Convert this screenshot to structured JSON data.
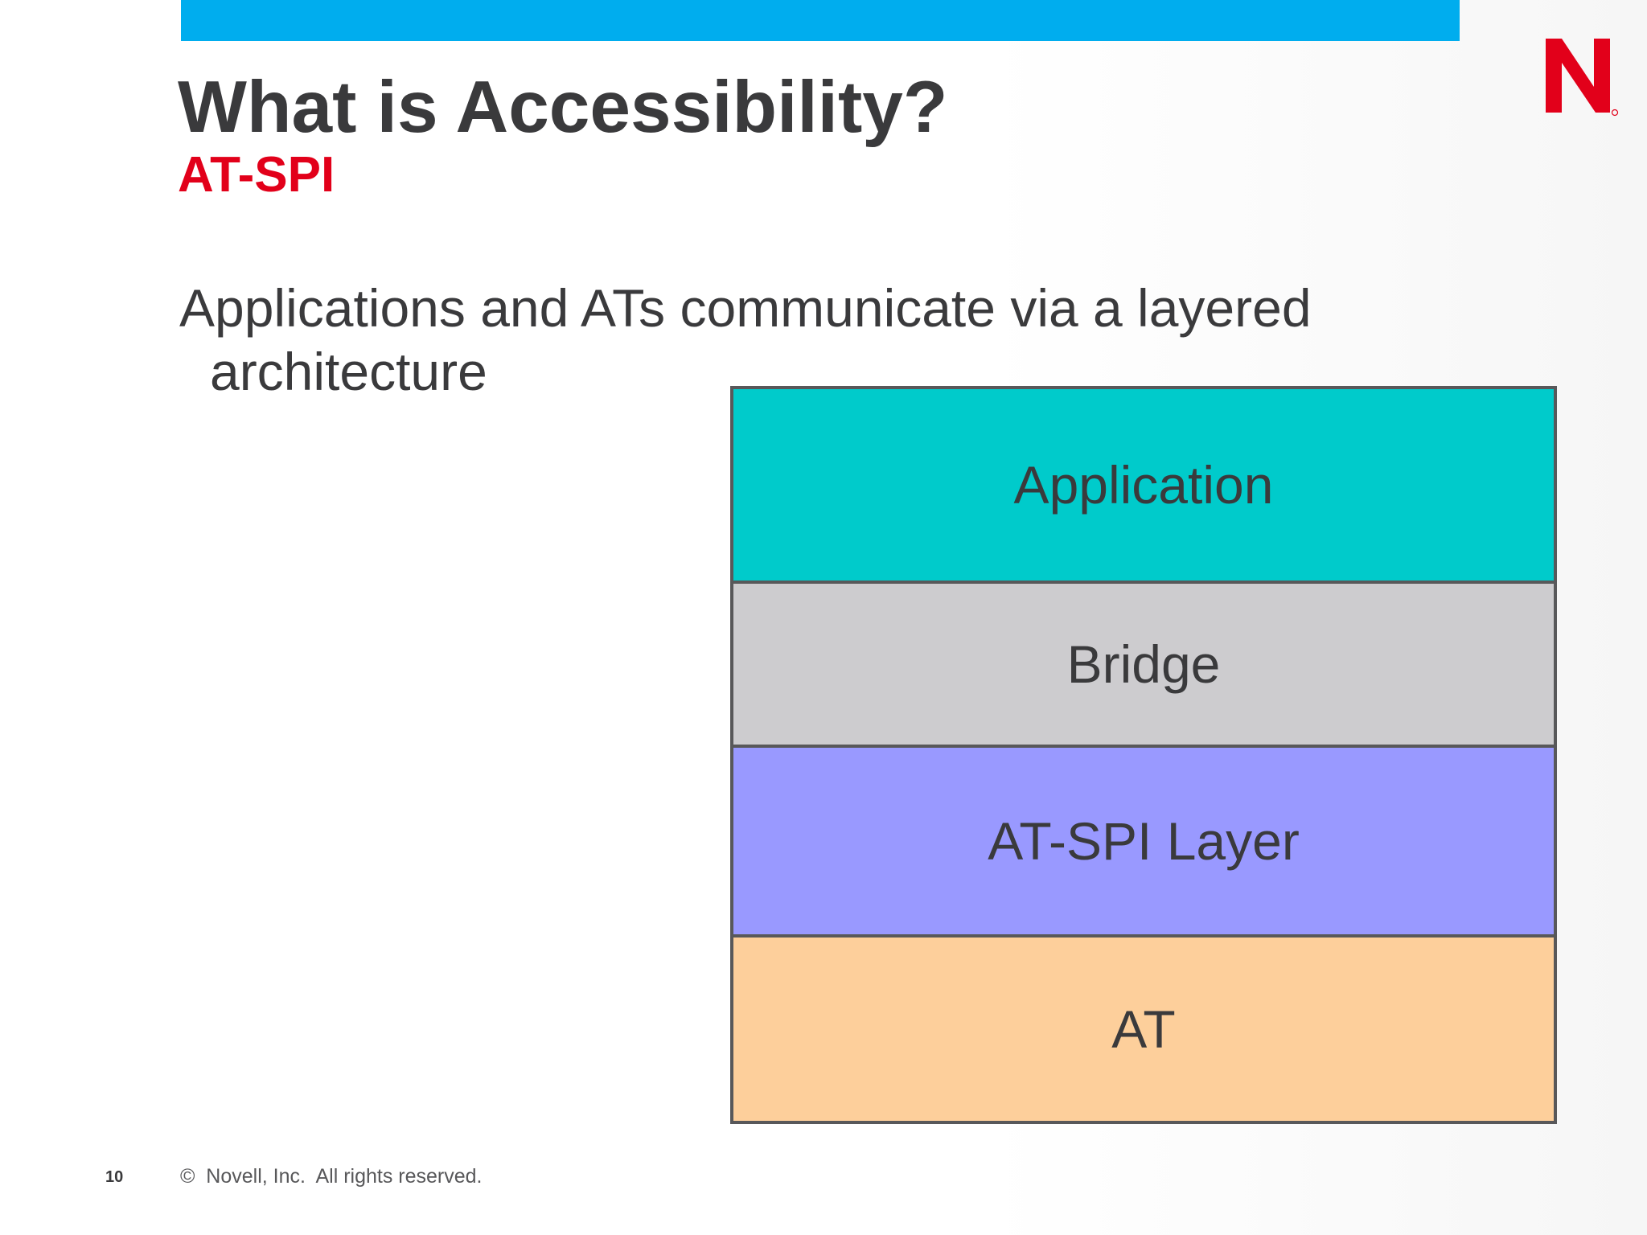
{
  "slide": {
    "title": "What is Accessibility?",
    "subtitle": "AT-SPI",
    "bullet": "Applications and ATs communicate via a layered architecture"
  },
  "colors": {
    "top_bar": "#00adee",
    "title": "#3a3a3c",
    "subtitle": "#e2001a",
    "logo": "#e2001a",
    "stack_border": "#58585a"
  },
  "logo": {
    "icon": "novell-n-logo-icon"
  },
  "diagram": {
    "layers": [
      {
        "label": "Application",
        "color": "#00cbcb"
      },
      {
        "label": "Bridge",
        "color": "#cdcccf"
      },
      {
        "label": "AT-SPI Layer",
        "color": "#9999ff"
      },
      {
        "label": "AT",
        "color": "#fdcf9b"
      }
    ]
  },
  "footer": {
    "page_number": "10",
    "copyright": "©  Novell, Inc.  All rights reserved."
  }
}
